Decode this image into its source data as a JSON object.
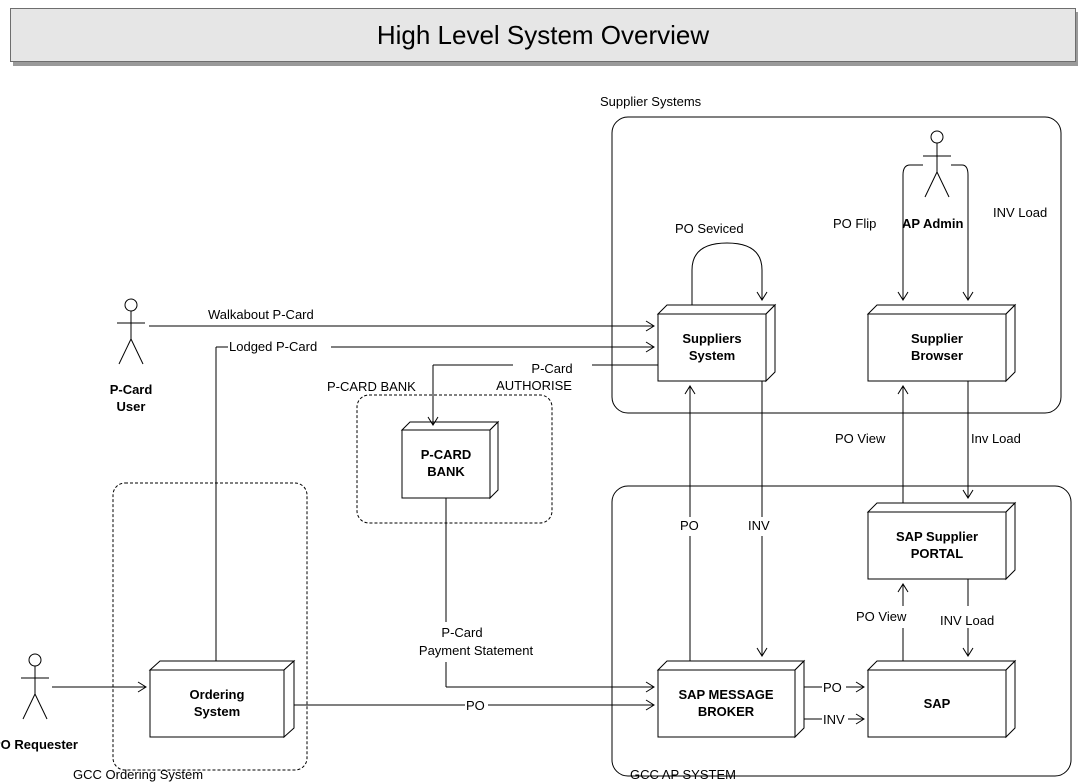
{
  "title": "High Level System Overview",
  "groups": {
    "supplier_systems": "Supplier Systems",
    "pcard_bank_group": "P-CARD BANK",
    "gcc_ordering": "GCC Ordering System",
    "gcc_ap": "GCC AP SYSTEM"
  },
  "nodes": {
    "suppliers_system": [
      "Suppliers",
      "System"
    ],
    "supplier_browser": [
      "Supplier",
      "Browser"
    ],
    "pcard_bank": [
      "P-CARD",
      "BANK"
    ],
    "sap_supplier_portal": [
      "SAP Supplier",
      "PORTAL"
    ],
    "ordering_system": [
      "Ordering",
      "System"
    ],
    "sap_message_broker": [
      "SAP MESSAGE",
      "BROKER"
    ],
    "sap": [
      "SAP"
    ]
  },
  "actors": {
    "ap_admin": "AP Admin",
    "pcard_user": [
      "P-Card",
      "User"
    ],
    "po_requester": "PO Requester"
  },
  "flows": {
    "po_seviced": "PO Seviced",
    "po_flip": "PO Flip",
    "inv_load_top": "INV Load",
    "walkabout": "Walkabout P-Card",
    "lodged": "Lodged P-Card",
    "pcard_authorise": [
      "P-Card",
      "AUTHORISE"
    ],
    "po_view_browser": "PO View",
    "inv_load_browser": "Inv Load",
    "po_broker_up": "PO",
    "inv_broker_down": "INV",
    "po_view_portal": "PO View",
    "inv_load_portal": "INV Load",
    "payment_statement": [
      "P-Card",
      "Payment Statement"
    ],
    "po_ordering": "PO",
    "po_sap": "PO",
    "inv_sap": "INV"
  }
}
